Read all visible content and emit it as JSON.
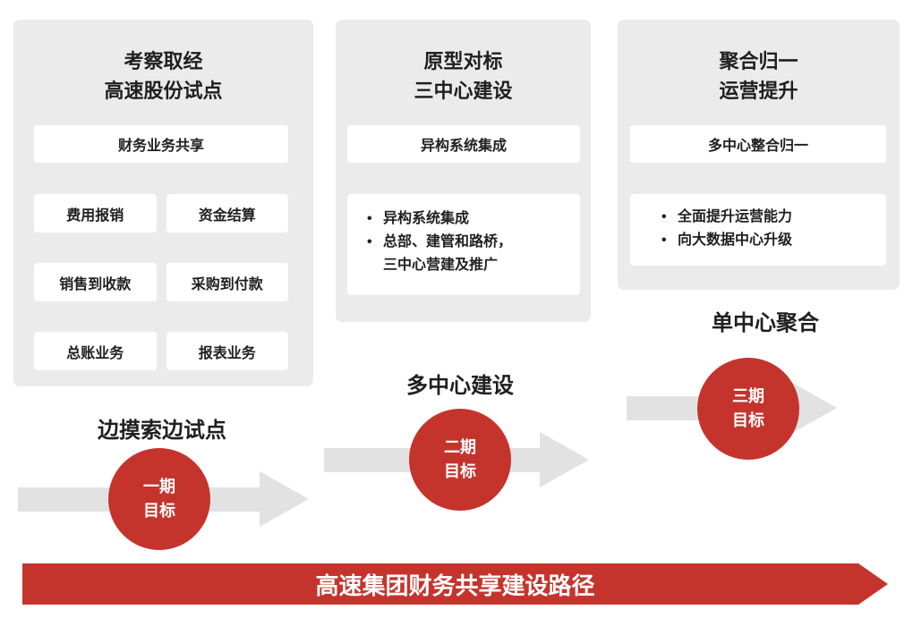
{
  "colors": {
    "red": "#c5342c",
    "panel_bg": "#ebebeb",
    "arrow_gray": "#e2e2e2",
    "text": "#1f1f1f"
  },
  "panels": [
    {
      "title_line1": "考察取经",
      "title_line2": "高速股份试点",
      "header_box": "财务业务共享",
      "items": [
        "费用报销",
        "资金结算",
        "销售到收款",
        "采购到付款",
        "总账业务",
        "报表业务"
      ]
    },
    {
      "title_line1": "原型对标",
      "title_line2": "三中心建设",
      "header_box": "异构系统集成",
      "bullets": [
        "异构系统集成",
        "总部、建管和路桥，三中心营建及推广"
      ]
    },
    {
      "title_line1": "聚合归一",
      "title_line2": "运营提升",
      "header_box": "多中心整合归一",
      "bullets": [
        "全面提升运营能力",
        "向大数据中心升级"
      ]
    }
  ],
  "phases": [
    {
      "label": "边摸索边试点",
      "goal_line1": "一期",
      "goal_line2": "目标"
    },
    {
      "label": "多中心建设",
      "goal_line1": "二期",
      "goal_line2": "目标"
    },
    {
      "label": "单中心聚合",
      "goal_line1": "三期",
      "goal_line2": "目标"
    }
  ],
  "banner": {
    "title": "高速集团财务共享建设路径"
  }
}
